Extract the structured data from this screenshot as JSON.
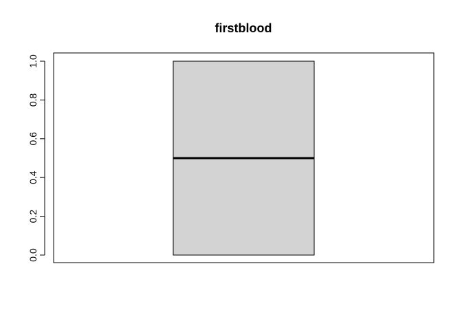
{
  "chart_data": {
    "type": "boxplot",
    "title": "firstblood",
    "xlabel": "",
    "ylabel": "",
    "ylim": [
      0,
      1
    ],
    "yticks": [
      "0.0",
      "0.2",
      "0.4",
      "0.6",
      "0.8",
      "1.0"
    ],
    "ytick_values": [
      0,
      0.2,
      0.4,
      0.6,
      0.8,
      1.0
    ],
    "grid": false,
    "series": [
      {
        "min": 0,
        "q1": 0,
        "median": 0.5,
        "q3": 1,
        "max": 1
      }
    ],
    "colors": {
      "box_fill": "#d3d3d3",
      "stroke": "#000000"
    }
  }
}
